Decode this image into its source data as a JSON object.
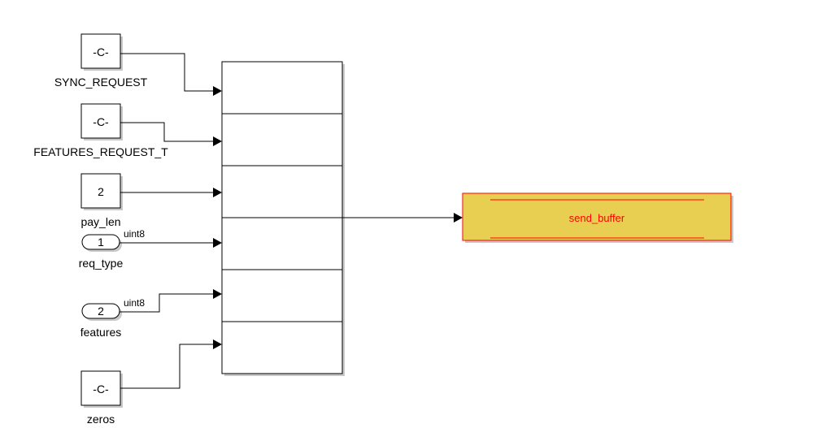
{
  "blocks": {
    "sync_request": {
      "value": "-C-",
      "label": "SYNC_REQUEST"
    },
    "features_request": {
      "value": "-C-",
      "label": "FEATURES_REQUEST_T"
    },
    "pay_len": {
      "value": "2",
      "label": "pay_len"
    },
    "req_type": {
      "port": "1",
      "label": "req_type",
      "datatype": "uint8"
    },
    "features": {
      "port": "2",
      "label": "features",
      "datatype": "uint8"
    },
    "zeros": {
      "value": "-C-",
      "label": "zeros"
    }
  },
  "goto": {
    "tag": "send_buffer"
  },
  "colors": {
    "goto_fill": "#e9cf51",
    "goto_border": "#ff0000",
    "line": "#000000"
  }
}
